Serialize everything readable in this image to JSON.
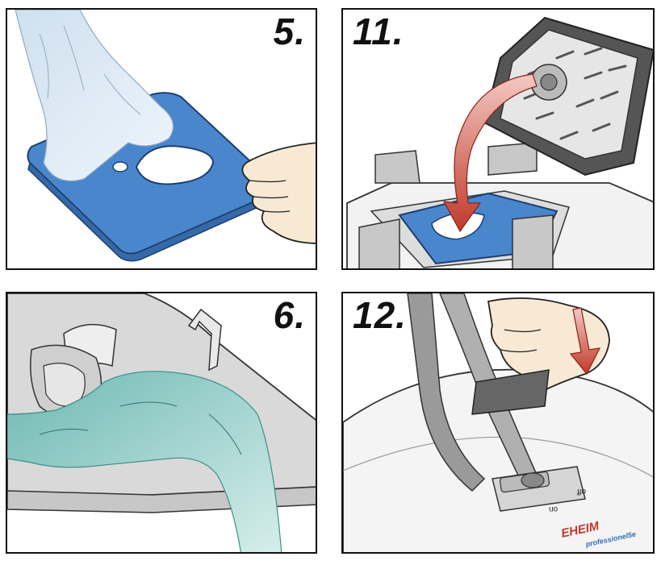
{
  "panels": [
    {
      "step": "5."
    },
    {
      "step": "11."
    },
    {
      "step": "6."
    },
    {
      "step": "12."
    }
  ],
  "labels": {
    "on": "on",
    "off": "off",
    "brand": "EHEIM",
    "brand_sub": "professionel5e"
  },
  "colors": {
    "sponge_blue": "#4a86cc",
    "water_teal": "#6db8b2",
    "arrow_red": "#c0392b",
    "skin": "#f7e9d4",
    "grey": "#d9d9d9"
  }
}
